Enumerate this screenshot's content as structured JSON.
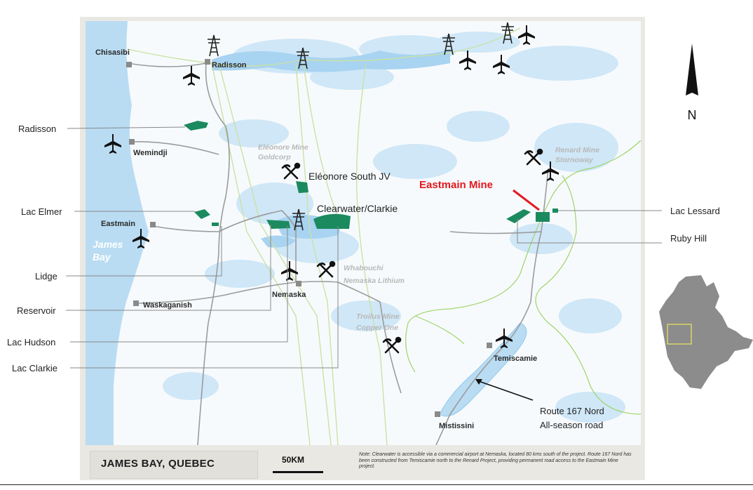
{
  "map": {
    "title": "JAMES BAY, QUEBEC",
    "scale_label": "50KM",
    "north_label": "N",
    "note": "Note: Clearwater is accessible via a commercial airport at Nemaska, located 80 kms south of the project. Route 167 Nord has been constructed from Temiscamie north to the Renard Project, providing permanent road access to the Eastmain Mine project.",
    "water_label_line1": "James",
    "water_label_line2": "Bay",
    "colors": {
      "water": "#b9dcf3",
      "water_coast": "#7fc1ec",
      "land": "#f7fafc",
      "road": "#9b9b9b",
      "powerline": "#c9e2a6",
      "boundary": "#9fd46a",
      "property": "#1c8a5f",
      "highlight": "#e3181f",
      "town": "#8a8a8a"
    },
    "icons": [
      "powerline-tower-icon",
      "airplane-icon",
      "mine-pick-shovel-icon",
      "north-arrow-icon",
      "quebec-inset-map"
    ]
  },
  "towns": {
    "chisasibi": "Chisasibi",
    "radisson": "Radisson",
    "wemindji": "Wemindji",
    "eastmain": "Eastmain",
    "nemaska": "Nemaska",
    "waskaganish": "Waskaganish",
    "temiscamie": "Temiscamie",
    "mistissini": "Mistissini"
  },
  "mines": {
    "eleonore_1": "Eléonore Mine",
    "eleonore_2": "Goldcorp",
    "renard_1": "Renard Mine",
    "renard_2": "Stornoway",
    "whabouchi_1": "Whabouchi",
    "whabouchi_2": "Nemaska Lithium",
    "troilus_1": "Troilus Mine",
    "troilus_2": "Copper One"
  },
  "projects": {
    "eleonore_south": "Eléonore South JV",
    "clearwater": "Clearwater/Clarkie",
    "eastmain": "Eastmain Mine"
  },
  "properties_left": [
    "Radisson",
    "Lac Elmer",
    "Lidge",
    "Reservoir",
    "Lac Hudson",
    "Lac Clarkie"
  ],
  "properties_right": [
    "Lac Lessard",
    "Ruby Hill"
  ],
  "route": {
    "line1": "Route 167 Nord",
    "line2": "All-season road"
  }
}
